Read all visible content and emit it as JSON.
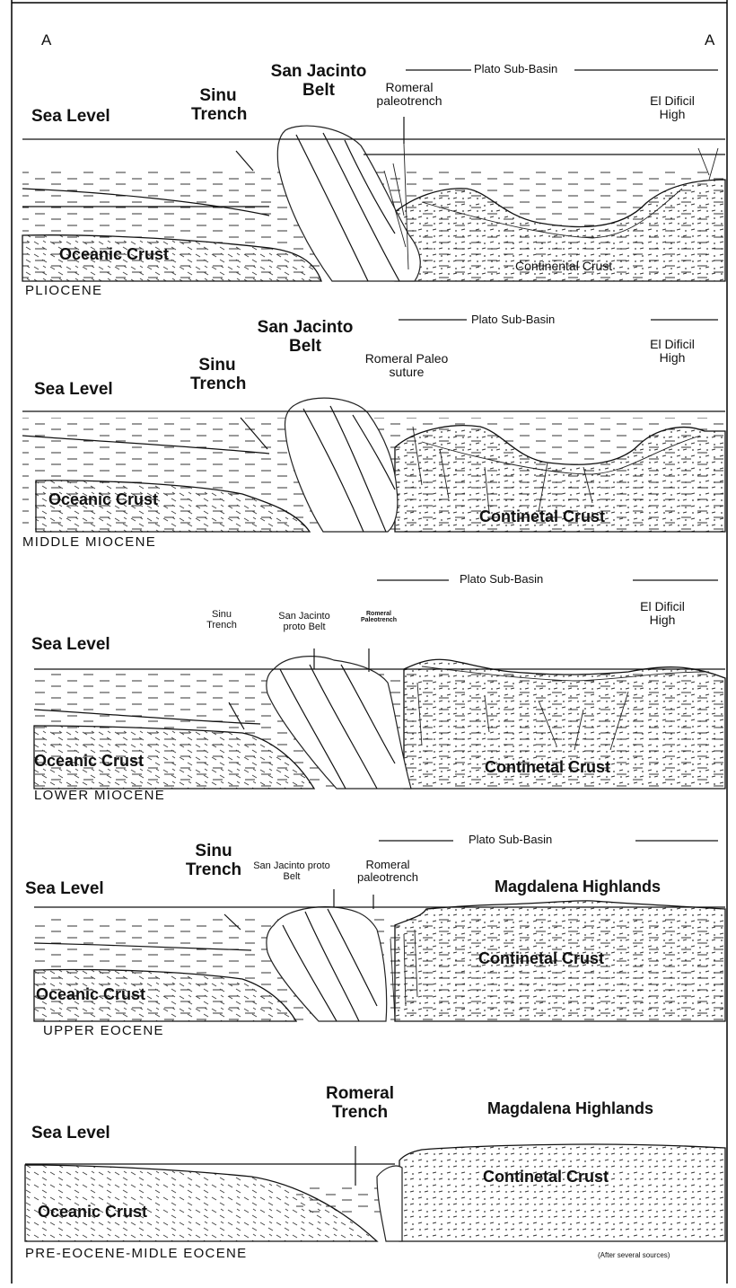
{
  "section_ends": {
    "left": "A",
    "right": "A"
  },
  "panels": [
    {
      "age": "PLIOCENE",
      "sea_level": "Sea Level",
      "trench": "Sinu Trench",
      "belt": "San Jacinto Belt",
      "romeral": "Romeral paleotrench",
      "basin": "Plato Sub-Basin",
      "high": "El Dificil High",
      "oceanic": "Oceanic Crust",
      "continental": "Continental Crust"
    },
    {
      "age": "MIDDLE  MIOCENE",
      "sea_level": "Sea Level",
      "trench": "Sinu Trench",
      "belt": "San Jacinto Belt",
      "romeral": "Romeral Paleo suture",
      "basin": "Plato Sub-Basin",
      "high": "El Dificil High",
      "oceanic": "Oceanic Crust",
      "continental": "Continetal Crust"
    },
    {
      "age": "LOWER MIOCENE",
      "sea_level": "Sea Level",
      "trench": "Sinu Trench",
      "belt": "San Jacinto proto Belt",
      "romeral": "Romeral Paleotrench",
      "basin": "Plato Sub-Basin",
      "high": "El Dificil High",
      "oceanic": "Oceanic Crust",
      "continental": "Continetal Crust"
    },
    {
      "age": "UPPER EOCENE",
      "sea_level": "Sea Level",
      "trench": "Sinu Trench",
      "belt": "San Jacinto proto Belt",
      "romeral": "Romeral paleotrench",
      "basin": "Plato Sub-Basin",
      "highlands": "Magdalena Highlands",
      "oceanic": "Oceanic Crust",
      "continental": "Continetal Crust"
    },
    {
      "age": "PRE-EOCENE-MIDLE EOCENE",
      "sea_level": "Sea Level",
      "trench": "Romeral Trench",
      "highlands": "Magdalena Highlands",
      "oceanic": "Oceanic Crust",
      "continental": "Continetal Crust"
    }
  ],
  "credit": "(After several sources)"
}
